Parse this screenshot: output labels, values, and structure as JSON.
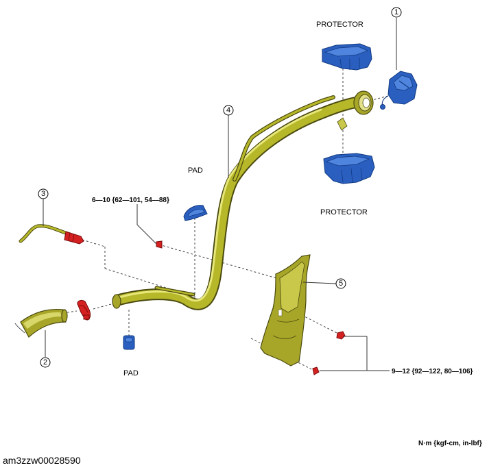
{
  "labels": {
    "protector_top": "PROTECTOR",
    "protector_bottom": "PROTECTOR",
    "pad_top": "PAD",
    "pad_bottom": "PAD",
    "torque_1": "6—10 {62—101, 54—88}",
    "torque_2": "9—12 {92—122, 80—106}",
    "units": "N·m {kgf-cm, in-lbf}"
  },
  "callouts": [
    "1",
    "2",
    "3",
    "4",
    "5"
  ],
  "diagram_id": "am3zzw00028590",
  "colors": {
    "pipe": "#a8a628",
    "protector": "#2a5fc0",
    "fastener": "#d42020"
  }
}
